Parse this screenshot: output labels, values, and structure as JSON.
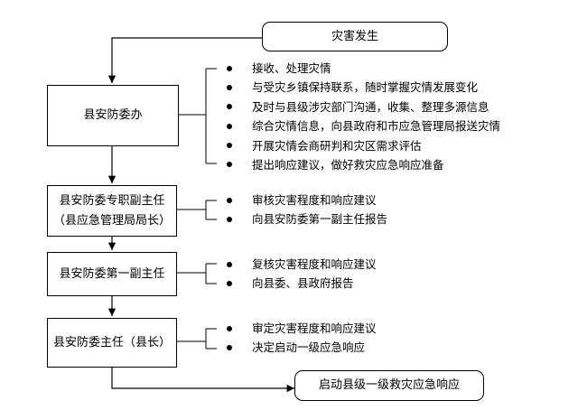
{
  "start": {
    "label": "灾害发生"
  },
  "end": {
    "label": "启动县级一级救灾应急响应"
  },
  "steps": [
    {
      "label_lines": [
        "县安防委办"
      ],
      "actions": [
        "接收、处理灾情",
        "与受灾乡镇保持联系，随时掌握灾情发展变化",
        "及时与县级涉灾部门沟通，收集、整理多源信息",
        "综合灾情信息，向县政府和市应急管理局报送灾情",
        "开展灾情会商研判和灾区需求评估",
        "提出响应建议，做好救灾应急响应准备"
      ]
    },
    {
      "label_lines": [
        "县安防委专职副主任",
        "（县应急管理局局长）"
      ],
      "actions": [
        "审核灾害程度和响应建议",
        "向县安防委第一副主任报告"
      ]
    },
    {
      "label_lines": [
        "县安防委第一副主任"
      ],
      "actions": [
        "复核灾害程度和响应建议",
        "向县委、县政府报告"
      ]
    },
    {
      "label_lines": [
        "县安防委主任（县长）"
      ],
      "actions": [
        "审定灾害程度和响应建议",
        "决定启动一级应急响应"
      ]
    }
  ]
}
